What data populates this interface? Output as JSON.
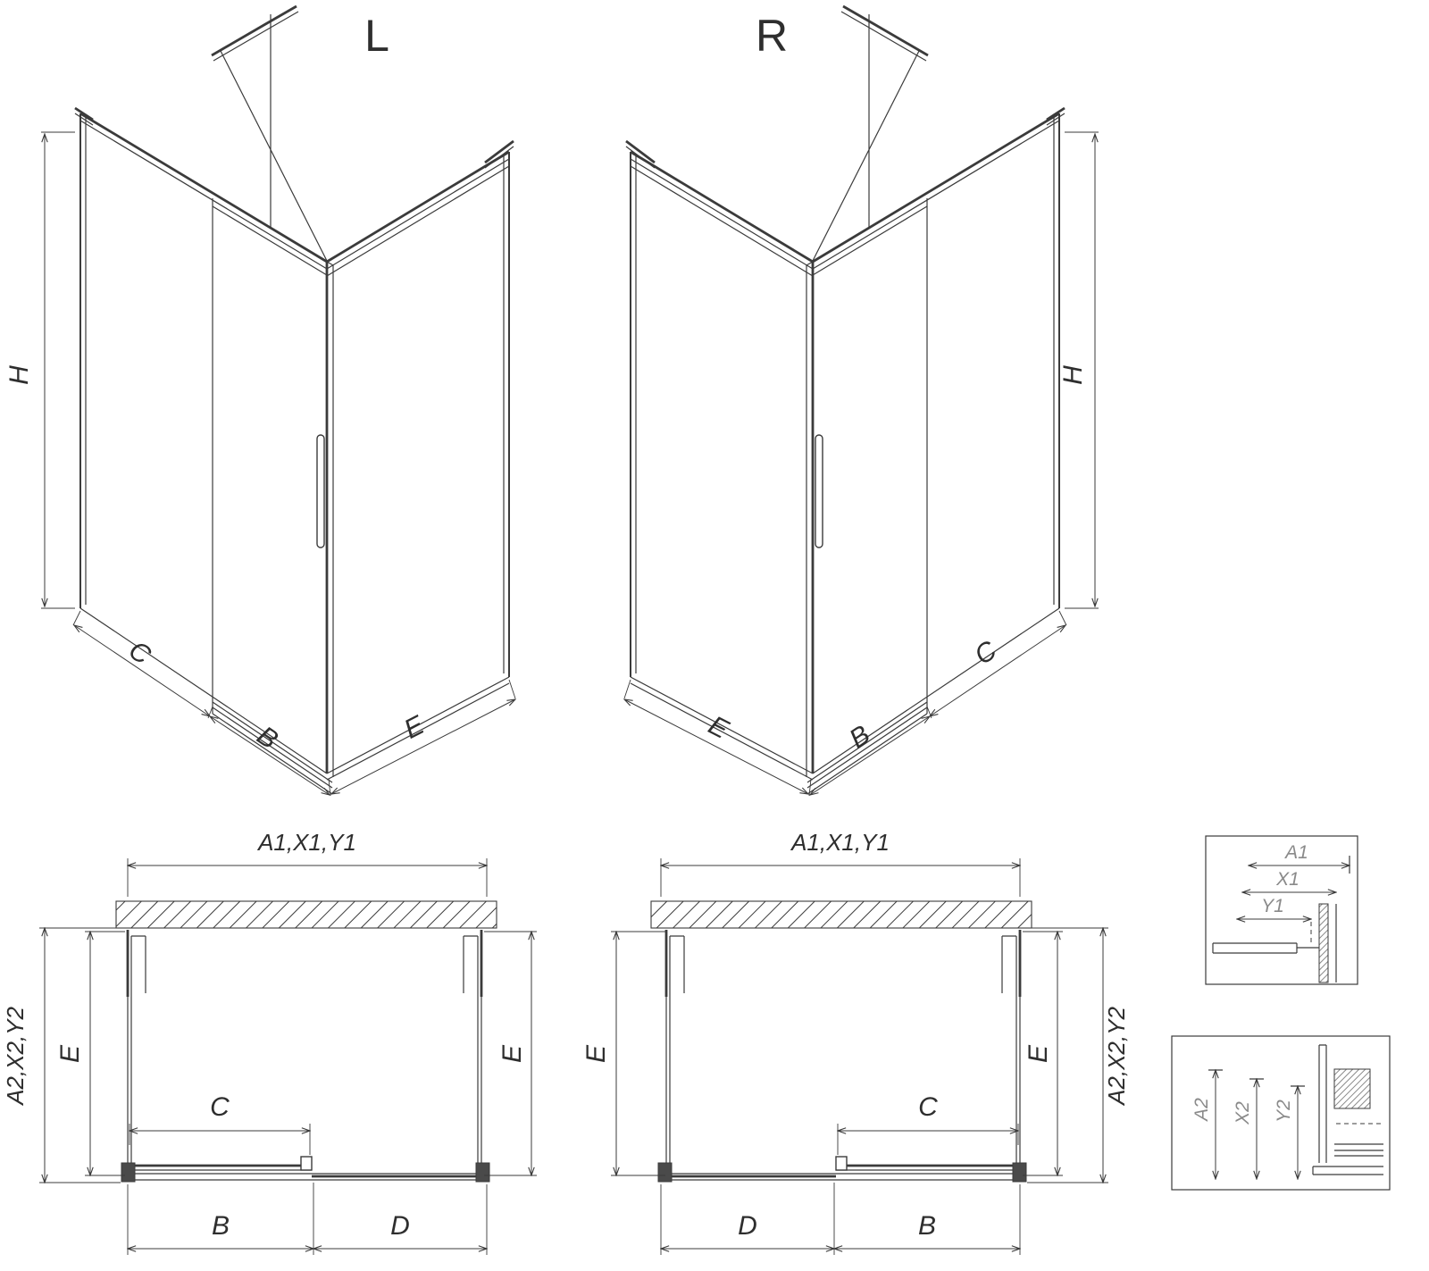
{
  "colors": {
    "background": "#ffffff",
    "line": "#3b3b3b"
  },
  "views": {
    "iso_left": {
      "title": "L",
      "dim_height": "H",
      "dim_fixed": "C",
      "dim_door": "B",
      "dim_side": "E"
    },
    "iso_right": {
      "title": "R",
      "dim_height": "H",
      "dim_fixed": "C",
      "dim_door": "B",
      "dim_side": "E"
    },
    "plan_left": {
      "dim_width": "A1,X1,Y1",
      "dim_depth": "A2,X2,Y2",
      "dim_side_left": "E",
      "dim_side_right": "E",
      "dim_opening": "C",
      "dim_door": "B",
      "dim_fixed": "D"
    },
    "plan_right": {
      "dim_width": "A1,X1,Y1",
      "dim_depth": "A2,X2,Y2",
      "dim_side_left": "E",
      "dim_side_right": "E",
      "dim_opening": "C",
      "dim_door": "B",
      "dim_fixed": "D"
    },
    "detail_width": {
      "dim_a": "A1",
      "dim_x": "X1",
      "dim_y": "Y1"
    },
    "detail_depth": {
      "dim_a": "A2",
      "dim_x": "X2",
      "dim_y": "Y2"
    }
  }
}
